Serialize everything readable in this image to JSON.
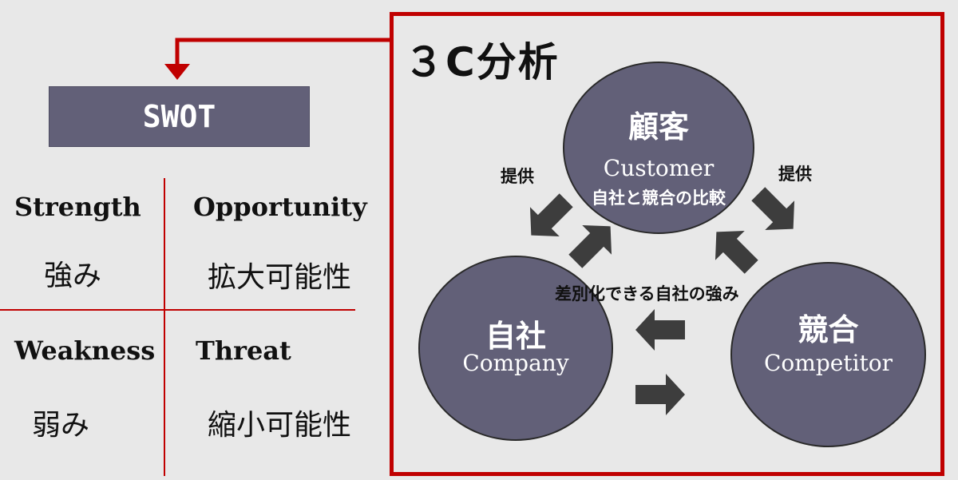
{
  "swot": {
    "title": "SWOT",
    "quadrants": [
      {
        "en": "Strength",
        "jp": "強み"
      },
      {
        "en": "Opportunity",
        "jp": "拡大可能性"
      },
      {
        "en": "Weakness",
        "jp": "弱み"
      },
      {
        "en": "Threat",
        "jp": "縮小可能性"
      }
    ]
  },
  "three_c": {
    "title": "３C分析",
    "customer": {
      "label": "顧客",
      "en": "Customer",
      "note": "自社と競合の比較"
    },
    "company": {
      "label": "自社",
      "en": "Company"
    },
    "competitor": {
      "label": "競合",
      "en": "Competitor"
    },
    "provide_left": "提供",
    "provide_right": "提供",
    "center_note": "差別化できる自社の強み"
  },
  "colors": {
    "accent_red": "#c00000",
    "node_fill": "#626078",
    "arrow_fill": "#3d3d3d"
  }
}
